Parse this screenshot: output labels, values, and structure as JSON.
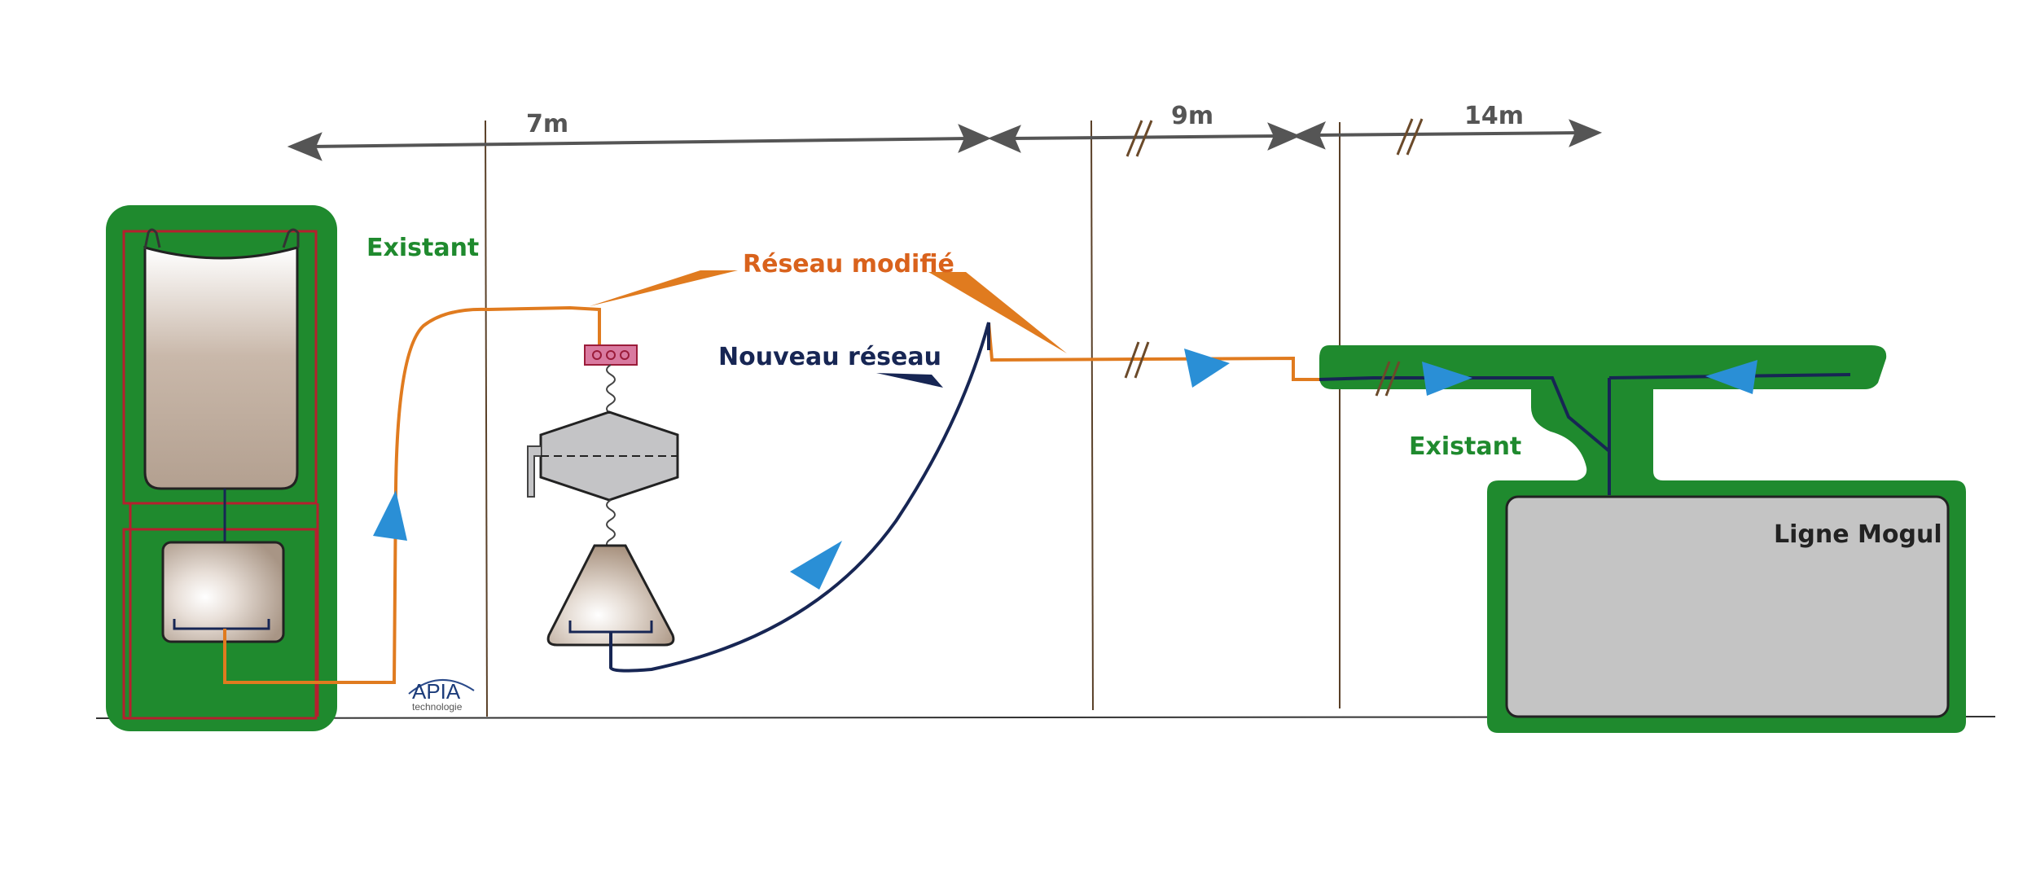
{
  "labels": {
    "existant_left": "Existant",
    "existant_right": "Existant",
    "reseau_modifie": "Réseau modifié",
    "nouveau_reseau": "Nouveau réseau",
    "ligne_mogul": "Ligne Mogul"
  },
  "dimensions": {
    "d1": "7m",
    "d2": "9m",
    "d3": "14m"
  },
  "logo": {
    "name": "APIA",
    "tagline": "technologie"
  },
  "colors": {
    "green": "#1f8a2e",
    "orange": "#e07b1f",
    "orange_label": "#d9621c",
    "navy": "#172654",
    "blue_arrow": "#2a8fd6",
    "red": "#b5202e",
    "gray_dark": "#555555",
    "mogul_gray": "#c4c4c4"
  }
}
